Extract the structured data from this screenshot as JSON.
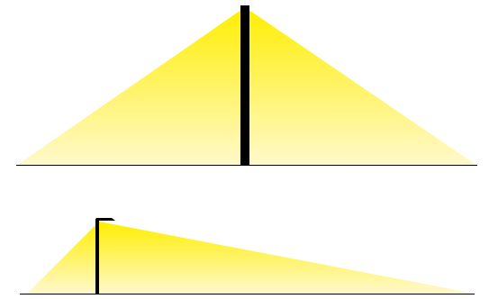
{
  "diagrams": [
    {
      "id": "tall-pole-light",
      "label": "",
      "light_color_top": "#ffee00",
      "light_color_bottom": "#fff9cc",
      "pole_color": "#000000",
      "ground_color": "#000000",
      "pole_style": "straight"
    },
    {
      "id": "short-lamp-light",
      "label": "",
      "light_color_top": "#ffee00",
      "light_color_bottom": "#fff9cc",
      "pole_color": "#000000",
      "ground_color": "#000000",
      "pole_style": "bent-arm"
    }
  ]
}
